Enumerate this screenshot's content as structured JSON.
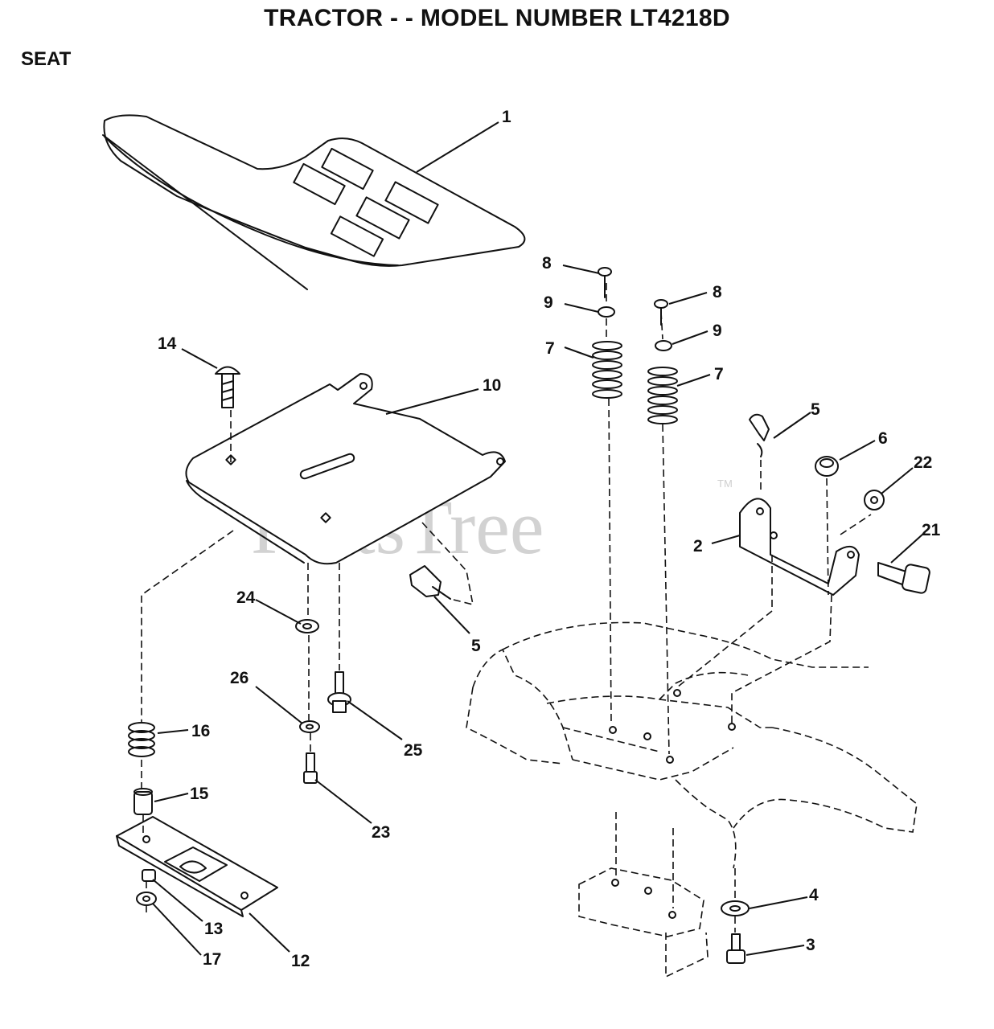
{
  "header": {
    "title": "TRACTOR - - MODEL NUMBER LT4218D",
    "section": "SEAT"
  },
  "watermark": {
    "text": "PartsTree",
    "trademark": "TM"
  },
  "callouts": {
    "c1": "1",
    "c2": "2",
    "c3": "3",
    "c4": "4",
    "c5a": "5",
    "c5b": "5",
    "c6": "6",
    "c7a": "7",
    "c7b": "7",
    "c8a": "8",
    "c8b": "8",
    "c9a": "9",
    "c9b": "9",
    "c10": "10",
    "c12": "12",
    "c13": "13",
    "c14": "14",
    "c15": "15",
    "c16": "16",
    "c17": "17",
    "c21": "21",
    "c22": "22",
    "c23": "23",
    "c24": "24",
    "c25": "25",
    "c26": "26"
  }
}
